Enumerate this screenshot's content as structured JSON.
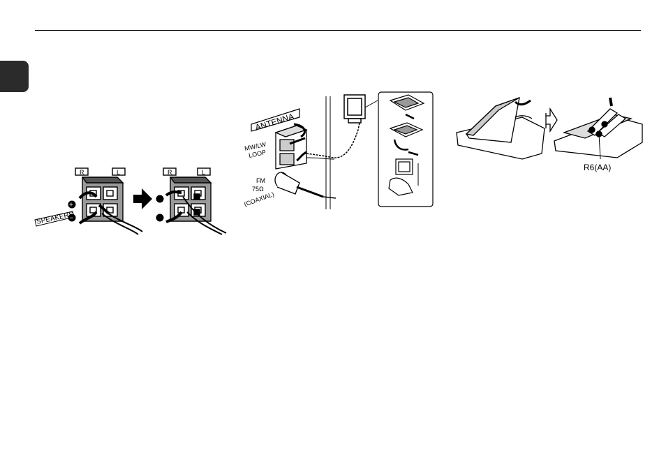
{
  "page": {
    "section_tab_color": "#2b2b2b"
  },
  "speakers_figure": {
    "terminal_label": "SPEAKERS",
    "left_label": "L",
    "right_label": "R",
    "plus_symbol": "+",
    "minus_symbol": "−"
  },
  "antenna_figure": {
    "panel_title": "ANTENNA",
    "mw_label_1": "MW/LW",
    "mw_label_2": "LOOP",
    "fm_label_1": "FM",
    "fm_label_2": "75Ω",
    "fm_label_3": "(COAXIAL)"
  },
  "battery_figure": {
    "battery_label": "R6(AA)"
  }
}
